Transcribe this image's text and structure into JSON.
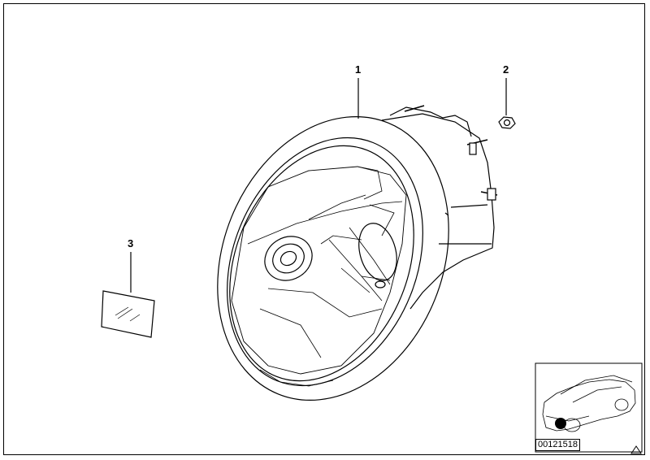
{
  "callouts": [
    {
      "id": "headlight",
      "number": "1"
    },
    {
      "id": "nut",
      "number": "2"
    },
    {
      "id": "film",
      "number": "3"
    }
  ],
  "reference_number": "00121518",
  "colors": {
    "line": "#000000",
    "background": "#ffffff",
    "marker": "#000000"
  },
  "icons": [
    "warning-triangle-icon"
  ]
}
